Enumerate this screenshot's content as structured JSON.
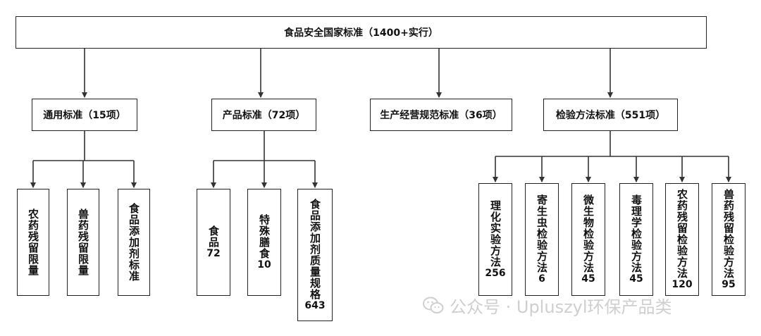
{
  "root": "食品安全国家标准（1400+实行）",
  "groups": [
    {
      "label": "通用标准（15项）",
      "children": [
        {
          "text": "农药残留限量",
          "num": ""
        },
        {
          "text": "兽药残留限量",
          "num": ""
        },
        {
          "text": "食品添加剂标准",
          "num": ""
        }
      ]
    },
    {
      "label": "产品标准（72项）",
      "children": [
        {
          "text": "食品",
          "num": "72"
        },
        {
          "text": "特殊膳食",
          "num": "10"
        },
        {
          "text": "食品添加剂质量规格",
          "num": "643"
        }
      ]
    },
    {
      "label": "生产经营规范标准（36项）",
      "children": []
    },
    {
      "label": "检验方法标准（551项）",
      "children": [
        {
          "text": "理化实验方法",
          "num": "256"
        },
        {
          "text": "寄生虫检验方法",
          "num": "6"
        },
        {
          "text": "微生物检验方法",
          "num": "45"
        },
        {
          "text": "毒理学检验方法",
          "num": "45"
        },
        {
          "text": "农药残留检验方法",
          "num": "120"
        },
        {
          "text": "兽药残留检验方法",
          "num": "95"
        }
      ]
    }
  ],
  "watermark": {
    "icon": "wechat-icon",
    "text": "公众号 · Upluszyl环保产品类"
  }
}
